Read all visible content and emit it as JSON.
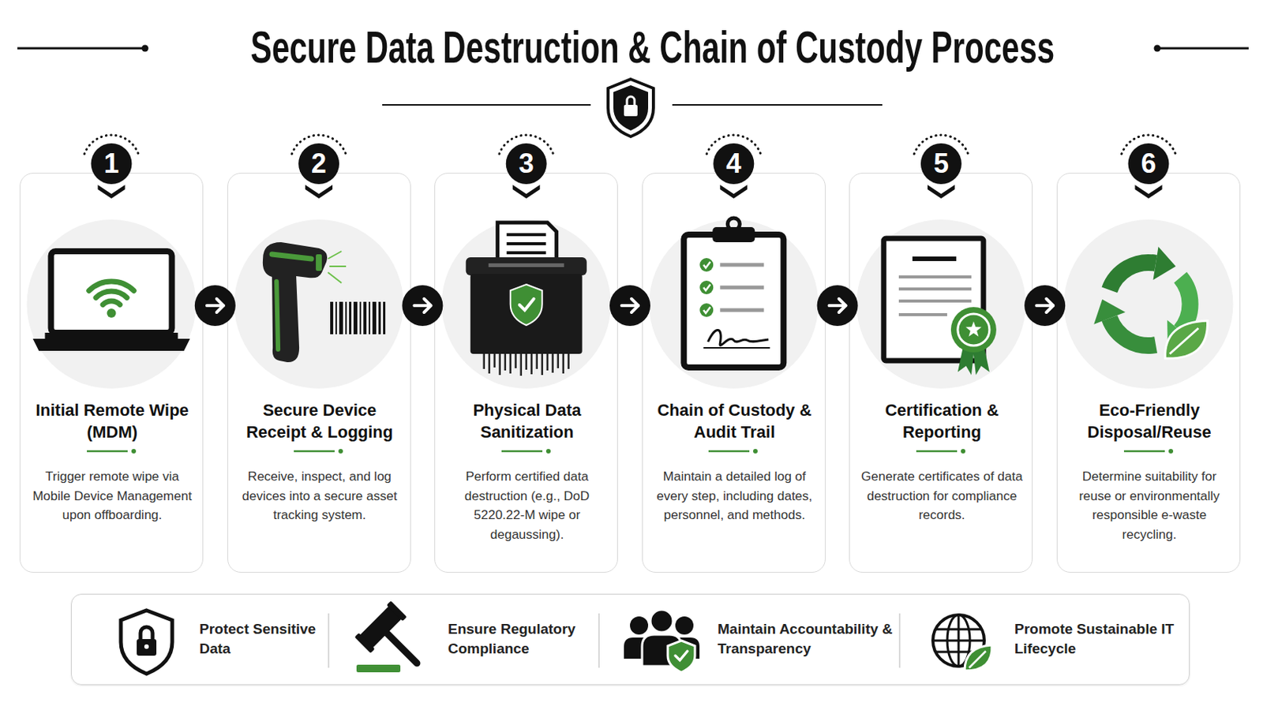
{
  "diagram": {
    "title": "Secure Data Destruction & Chain of Custody Process",
    "nodes": [
      {
        "text": [
          "Initial Remote Wipe (MDM)",
          "Trigger remote wipe via Mobile Device Management upon offboarding."
        ]
      },
      {
        "text": [
          "Secure Device Receipt & Logging",
          "Receive, inspect, and log devices into a secure asset tracking system."
        ]
      },
      {
        "text": [
          "Physical Data Sanitization",
          "Perform certified data destruction (e.g., DoD 5220.22-M wipe or degaussing)."
        ]
      },
      {
        "text": [
          "Chain of Custody & Audit Trail",
          "Maintain a detailed log of every step, including dates, personnel, and methods."
        ]
      },
      {
        "text": [
          "Certification & Reporting",
          "Generate certificates of data destruction for compliance records."
        ]
      },
      {
        "text": [
          "Eco-Friendly Disposal/Reuse",
          "Determine suitability for reuse or environmentally responsible e-waste recycling."
        ]
      },
      {
        "text": [
          "Protect Sensitive Data",
          "Ensure Regulatory Compliance",
          "Maintain Accountability & Transparency",
          "Promote Sustainable IT Lifecycle"
        ]
      }
    ],
    "edges": [
      {
        "from": 0,
        "to": 1,
        "arrow": "to"
      },
      {
        "from": 1,
        "to": 2,
        "arrow": "to"
      },
      {
        "from": 2,
        "to": 3,
        "arrow": "to"
      },
      {
        "from": 3,
        "to": 4,
        "arrow": "to"
      },
      {
        "from": 4,
        "to": 5,
        "arrow": "to"
      }
    ],
    "labels": [
      "1",
      "2",
      "3",
      "4",
      "5",
      "6"
    ]
  }
}
